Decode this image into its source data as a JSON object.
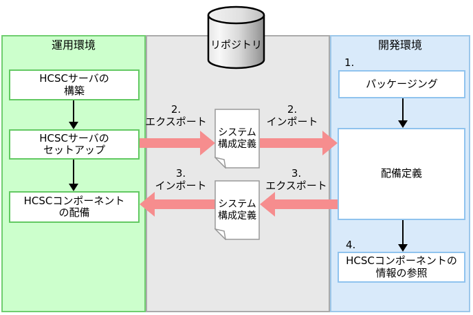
{
  "colors": {
    "operation_fill": "#ccffcc",
    "operation_border": "#62c962",
    "repository_fill": "#e8e8e8",
    "repository_border": "#aaaaaa",
    "development_fill": "#d9eafa",
    "development_border": "#8fc3ee",
    "flow_arrow": "#f68d8e",
    "black_arrow": "#000000"
  },
  "repository": {
    "label": "リポジトリ"
  },
  "operation_env": {
    "title": "運用環境",
    "boxes": [
      {
        "label": "HCSCサーバの\n構築"
      },
      {
        "label": "HCSCサーバの\nセットアップ"
      },
      {
        "label": "HCSCコンポーネント\nの配備"
      }
    ]
  },
  "development_env": {
    "title": "開発環境",
    "step1": "1.",
    "step4": "4.",
    "boxes": [
      {
        "label": "パッケージング"
      },
      {
        "label": "配備定義"
      },
      {
        "label": "HCSCコンポーネントの\n情報の参照"
      }
    ]
  },
  "documents": [
    {
      "label": "システム\n構成定義"
    },
    {
      "label": "システム\n構成定義"
    }
  ],
  "flows": [
    {
      "label": "2.\nエクスポート",
      "direction": "right"
    },
    {
      "label": "2.\nインポート",
      "direction": "right"
    },
    {
      "label": "3.\nエクスポート",
      "direction": "left"
    },
    {
      "label": "3.\nインポート",
      "direction": "left"
    }
  ]
}
